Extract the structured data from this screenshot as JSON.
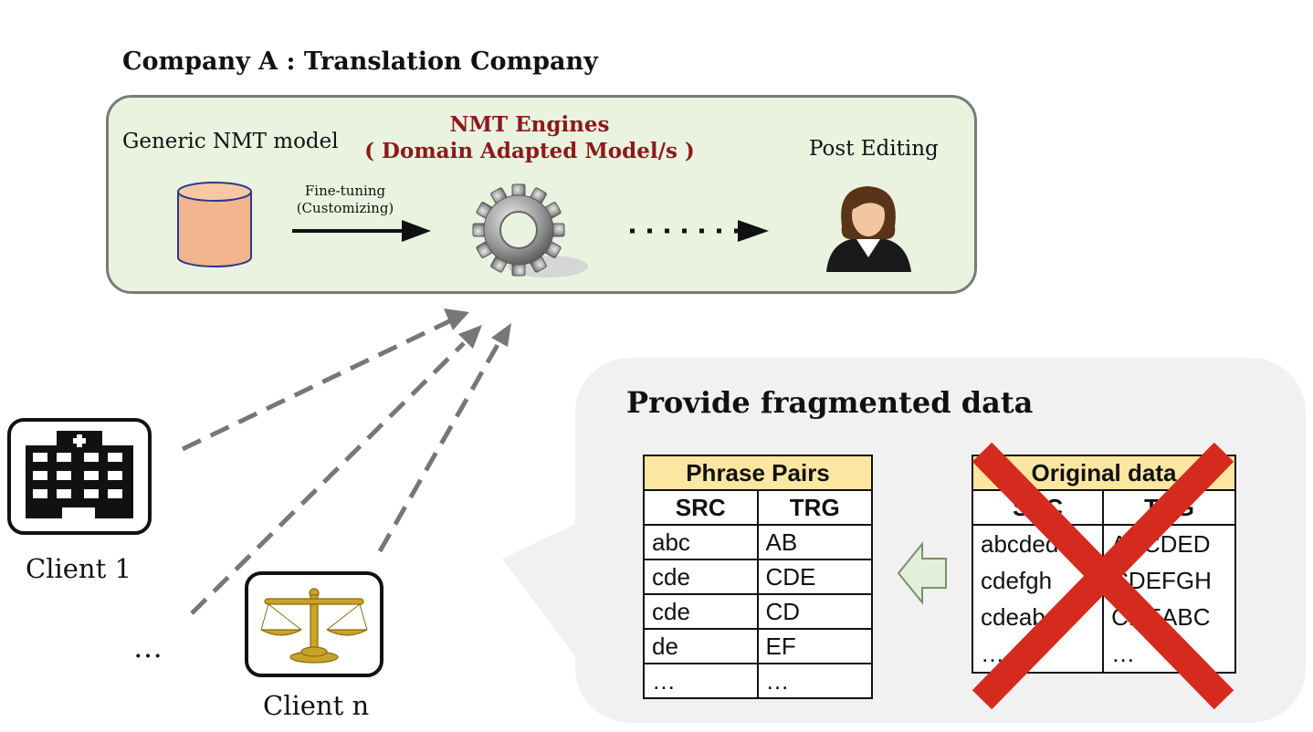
{
  "company": {
    "title": "Company A : Translation Company",
    "generic_model_label": "Generic NMT model",
    "engines_title_line1": "NMT Engines",
    "engines_title_line2": "( Domain Adapted Model/s )",
    "post_editing_label": "Post Editing",
    "finetune_label_line1": "Fine-tuning",
    "finetune_label_line2": "(Customizing)"
  },
  "clients": {
    "client1_label": "Client 1",
    "clientn_label": "Client n",
    "ellipsis": "…"
  },
  "fragmented": {
    "title": "Provide fragmented data",
    "phrase_pairs": {
      "header": "Phrase Pairs",
      "col_src": "SRC",
      "col_trg": "TRG",
      "rows": [
        [
          "abc",
          "AB"
        ],
        [
          "cde",
          "CDE"
        ],
        [
          "cde",
          "CD"
        ],
        [
          "de",
          "EF"
        ],
        [
          "…",
          "…"
        ]
      ]
    },
    "original_data": {
      "header": "Original data",
      "col_src": "SRC",
      "col_trg": "TRG",
      "rows": [
        [
          "abcdede",
          "ABCDED"
        ],
        [
          "cdefgh",
          "CDEFGH"
        ],
        [
          "cdeab",
          "CDEABC"
        ],
        [
          "…",
          "…"
        ]
      ]
    }
  },
  "colors": {
    "company_box_fill": "#eaf3e0",
    "engines_title": "#8b1a1a",
    "table_header_fill": "#fbe6a2",
    "cross": "#d52b1e",
    "left_arrow_fill": "#e3efd9",
    "database_fill": "#f2b58d"
  },
  "icons": [
    "database-icon",
    "gear-icon",
    "person-icon",
    "hospital-icon",
    "scales-icon",
    "cross-icon"
  ]
}
